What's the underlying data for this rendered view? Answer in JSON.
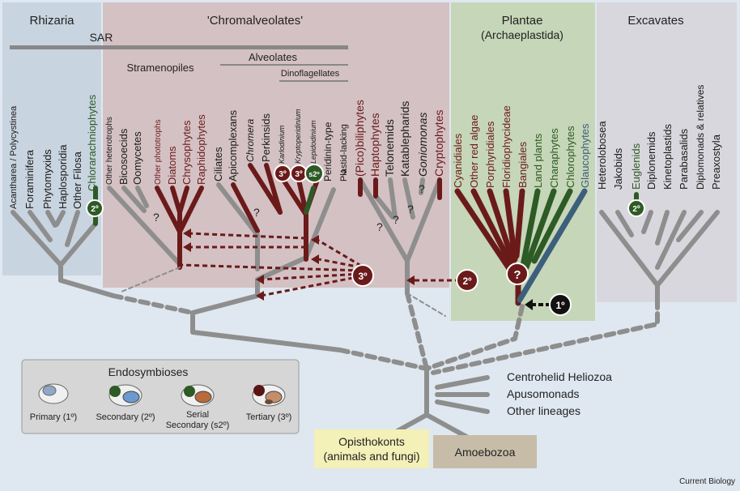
{
  "groups": {
    "rhizaria": "Rhizaria",
    "chromalveolates": "'Chromalveolates'",
    "plantae": "Plantae",
    "plantae_sub": "(Archaeplastida)",
    "excavates": "Excavates",
    "sar": "SAR",
    "stramenopiles": "Stramenopiles",
    "alveolates": "Alveolates",
    "dinoflagellates": "Dinoflagellates"
  },
  "rhizaria_taxa": [
    "Acantharea / Polycystinea",
    "Foraminifera",
    "Phytomyxids",
    "Haplosporidia",
    "Other Filosa",
    "Chlorarachniophytes"
  ],
  "stramenopile_taxa": [
    "Other heterotrophs",
    "Bicosoecids",
    "Oomycetes",
    "Other phototrophs",
    "Diatoms",
    "Chrysophytes",
    "Raphidophytes"
  ],
  "alveolate_taxa": [
    "Ciliates",
    "Apicomplexans",
    "Chromera",
    "Perkinsids",
    "Karlodinium",
    "Kryptoperidinium",
    "Lepidodinium",
    "Peridinin-type",
    "Plastid-lacking"
  ],
  "other_chromalveolate_taxa": [
    "(Pico)biliphytes",
    "Haptophytes",
    "Telonemids",
    "Katablepharids",
    "Goniomonas",
    "Cryptophytes"
  ],
  "plantae_taxa": [
    "Cyanidiales",
    "Other red algae",
    "Porphyridiales",
    "Floridiophycideae",
    "Bangiales",
    "Land plants",
    "Charaphytes",
    "Chlorophytes",
    "Glaucophytes"
  ],
  "excavate_taxa": [
    "Heterolobosea",
    "Jakobids",
    "Euglenids",
    "Diplonemids",
    "Kinetoplastids",
    "Parabasalids",
    "Diplomonads & relatives",
    "Preaxostyla"
  ],
  "badges": {
    "primary": "1º",
    "secondary": "2º",
    "tertiary": "3º",
    "serial": "s2º",
    "unknown": "?"
  },
  "legend": {
    "title": "Endosymbioses",
    "items": [
      "Primary (1º)",
      "Secondary (2º)",
      "Serial\nSecondary (s2º)",
      "Tertiary (3º)"
    ]
  },
  "lineages": [
    "Centrohelid Heliozoa",
    "Apusomonads",
    "Other lineages"
  ],
  "opisthokonts": [
    "Opisthokonts",
    "(animals and fungi)"
  ],
  "amoebozoa": "Amoebozoa",
  "credit": "Current Biology",
  "colors": {
    "red": "#6b1a1a",
    "green": "#2e5a25",
    "blue": "#3c5f7c",
    "gray": "#8e8e8e",
    "dark": "#1a1a1a"
  }
}
